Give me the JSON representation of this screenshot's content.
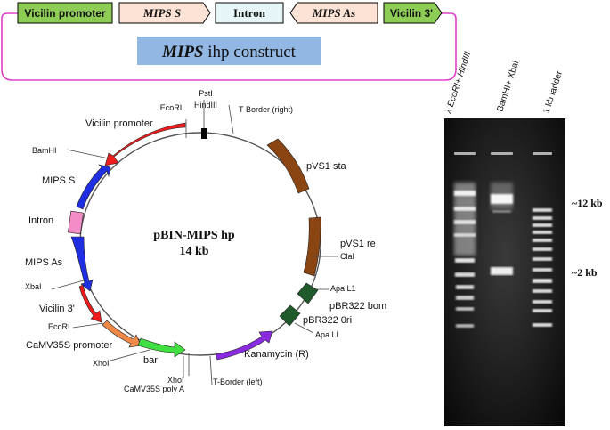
{
  "construct": {
    "caption_italic": "MIPS",
    "caption_rest": " ihp construct",
    "elements": [
      {
        "label": "Vicilin promoter",
        "color": "#8dcc55"
      },
      {
        "label": "MIPS S",
        "color": "#fde3d6",
        "text_color": "#d01010"
      },
      {
        "label": "Intron",
        "color": "#e6f6f8",
        "text_color": "#c000c0"
      },
      {
        "label": "MIPS As",
        "color": "#fde3d6",
        "text_color": "#d01010"
      },
      {
        "label": "Vicilin 3'",
        "color": "#8dcc55"
      }
    ],
    "bracket_color": "#e040c8",
    "caption_box_color": "#93b7e3"
  },
  "plasmid": {
    "name_line1": "pBIN-MIPS hp",
    "name_line2": "14 kb",
    "labels": {
      "pstI": "PstI",
      "hindIII": "HindIII",
      "ecoRI_top": "EcoRI",
      "t_border_right": "T-Border (right)",
      "vicilin_promoter": "Vicilin promoter",
      "bamHI": "BamHI",
      "mips_s": "MIPS S",
      "intron": "Intron",
      "mips_as": "MIPS As",
      "xbaI": "XbaI",
      "vicilin3": "Vicilin 3'",
      "ecoRI_low": "EcoRI",
      "camv35s_promoter": "CaMV35S promoter",
      "xhoI_left": "XhoI",
      "bar": "bar",
      "xhoI_bottom": "XhoI",
      "camv35s_polyA": "CaMV35S poly A",
      "t_border_left": "T-Border (left)",
      "kanamycin": "Kanamycin (R)",
      "pvs1_sta": "pVS1 sta",
      "pvs1_re": "pVS1 re",
      "claI": "ClaI",
      "apaL1_top": "Apa L1",
      "pbr322_bom": "pBR322 bom",
      "pbr322_ori": "pBR322 0ri",
      "apaL1_bottom": "Apa LI"
    },
    "colors": {
      "vicilin_promoter": "#ee1c1c",
      "mips_s": "#1f2ee0",
      "intron": "#f48cc8",
      "mips_as": "#1f2ee0",
      "vicilin3": "#ee1c1c",
      "camv35s_promoter": "#f08848",
      "bar": "#3fe040",
      "kanamycin": "#8a2be2",
      "pvs1": "#8b4513",
      "pbr322": "#1f5a2a"
    }
  },
  "gel": {
    "lane_labels": [
      "λ EcoRI+ HindIII",
      "BamHI+ XbaI",
      "1 kb ladder"
    ],
    "size_markers": [
      "~12 kb",
      "~2 kb"
    ]
  }
}
